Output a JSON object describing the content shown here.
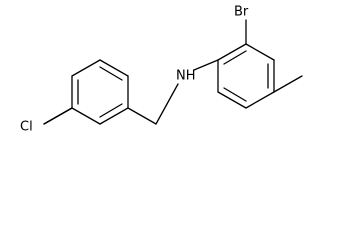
{
  "molecule": {
    "atoms": {
      "bromine": "Br",
      "amine": "NH",
      "chlorine": "Cl"
    }
  },
  "colors": {
    "bond": "#000000",
    "label": "#000000",
    "background": "#ffffff"
  }
}
